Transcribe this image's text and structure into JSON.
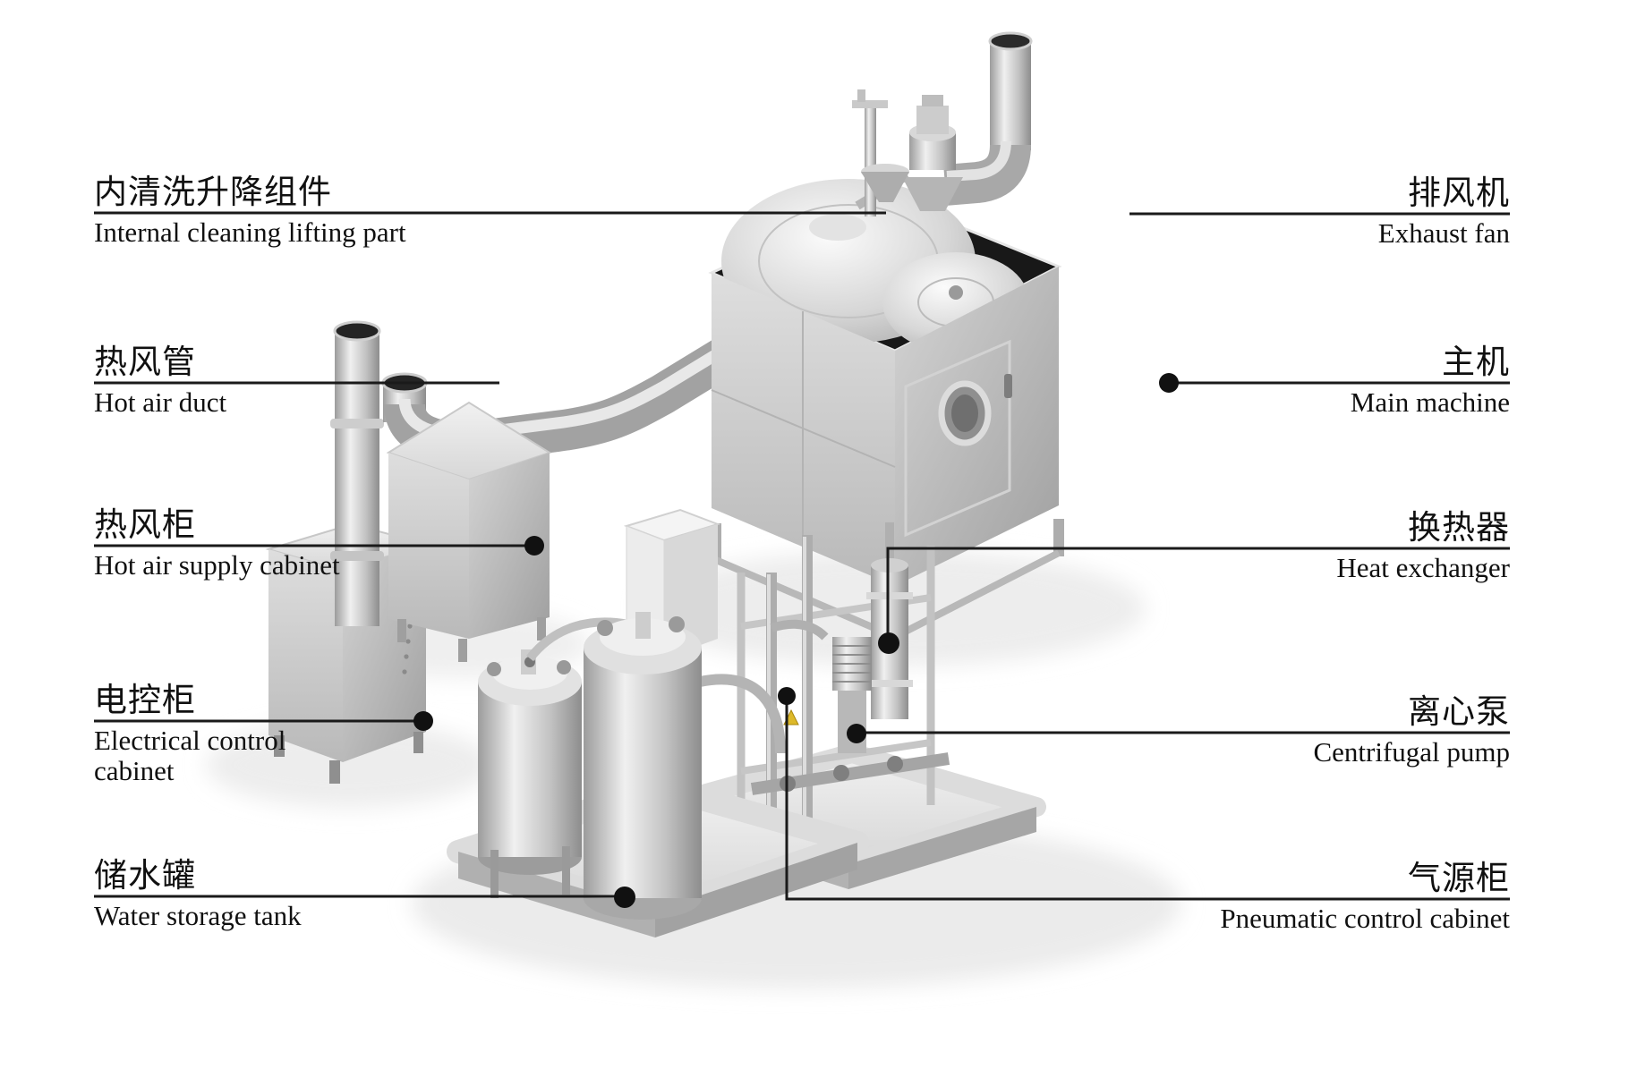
{
  "diagram": {
    "labels": {
      "internal_cleaning": {
        "zh": "内清洗升降组件",
        "en": "Internal cleaning lifting part"
      },
      "hot_air_duct": {
        "zh": "热风管",
        "en": "Hot air duct"
      },
      "hot_air_cabinet": {
        "zh": "热风柜",
        "en": "Hot air supply cabinet"
      },
      "electrical_cabinet": {
        "zh": "电控柜",
        "en": "Electrical control cabinet"
      },
      "water_tank": {
        "zh": "储水罐",
        "en": "Water storage tank"
      },
      "exhaust_fan": {
        "zh": "排风机",
        "en": "Exhaust fan"
      },
      "main_machine": {
        "zh": "主机",
        "en": "Main machine"
      },
      "heat_exchanger": {
        "zh": "换热器",
        "en": "Heat exchanger"
      },
      "centrifugal_pump": {
        "zh": "离心泵",
        "en": "Centrifugal pump"
      },
      "pneumatic_cabinet": {
        "zh": "气源柜",
        "en": "Pneumatic control cabinet"
      }
    },
    "colors": {
      "leader_line": "#1a1a1a",
      "callout_dot": "#111111",
      "warning_sticker": "#ddb92a"
    }
  }
}
